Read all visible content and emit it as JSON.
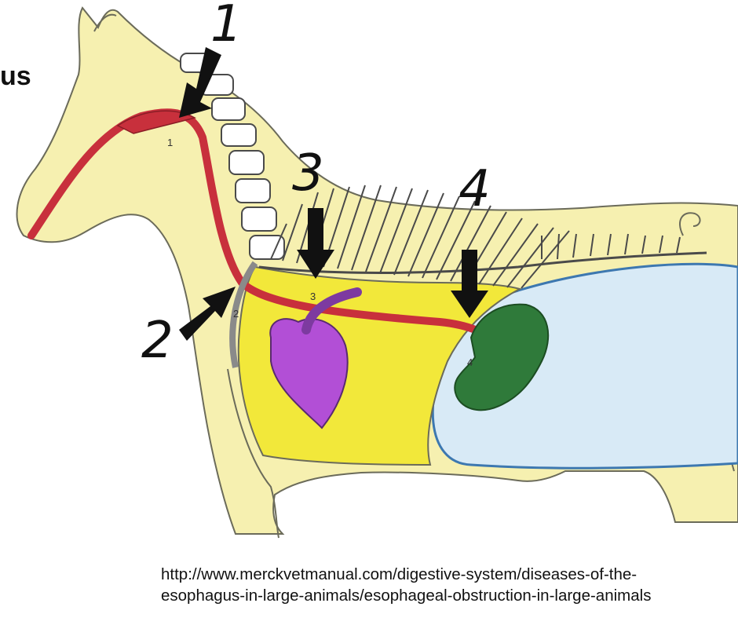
{
  "title_fragment": "us",
  "labels": {
    "handwritten": [
      "1",
      "2",
      "3",
      "4"
    ],
    "printed": [
      "1",
      "2",
      "3",
      "4"
    ]
  },
  "source": {
    "line1": "http://www.merckvetmanual.com/digestive-system/diseases-of-the-",
    "line2": "esophagus-in-large-animals/esophageal-obstruction-in-large-animals"
  },
  "colors": {
    "body": "#f6f0b0",
    "outline": "#6b6b5a",
    "esophagus": "#c8303c",
    "thorax": "#f2e83a",
    "abdomen": "#d8eaf6",
    "heart": "#b24fd6",
    "stomach": "#2f7a3a",
    "arrow": "#111111"
  }
}
